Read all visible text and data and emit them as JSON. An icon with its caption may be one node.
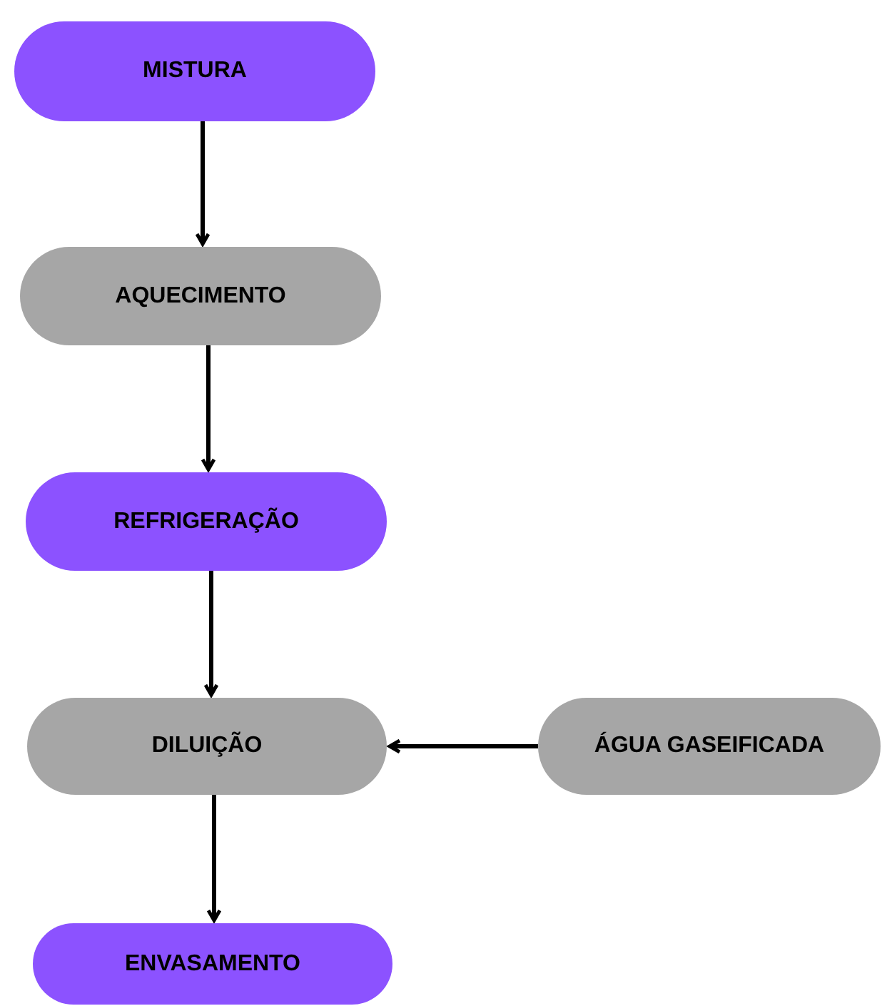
{
  "diagram": {
    "nodes": [
      {
        "text": [
          "MISTURA"
        ]
      },
      {
        "text": [
          "AQUECIMENTO"
        ]
      },
      {
        "text": [
          "REFRIGERAÇÃO"
        ]
      },
      {
        "text": [
          "DILUIÇÃO"
        ]
      },
      {
        "text": [
          "ÁGUA GASEIFICADA"
        ]
      },
      {
        "text": [
          "ENVASAMENTO"
        ]
      }
    ],
    "edges": [
      {
        "from": 0,
        "to": 1,
        "arrow": "to"
      },
      {
        "from": 1,
        "to": 2,
        "arrow": "to"
      },
      {
        "from": 2,
        "to": 3,
        "arrow": "to"
      },
      {
        "from": 4,
        "to": 3,
        "arrow": "to"
      },
      {
        "from": 3,
        "to": 5,
        "arrow": "to"
      }
    ]
  }
}
